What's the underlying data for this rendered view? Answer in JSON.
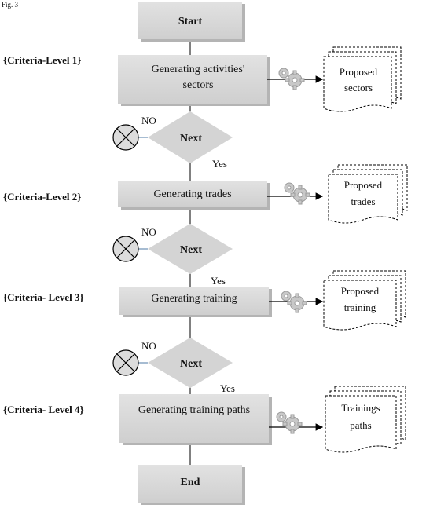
{
  "header_fragment": "Fig. 3",
  "terminals": {
    "start": "Start",
    "end": "End"
  },
  "criteria": [
    "{Criteria-Level 1}",
    "{Criteria-Level 2}",
    "{Criteria- Level 3}",
    "{Criteria- Level 4}"
  ],
  "processes": [
    [
      "Generating activities'",
      "sectors"
    ],
    [
      "Generating trades"
    ],
    [
      "Generating training"
    ],
    [
      "Generating training paths"
    ]
  ],
  "outputs": [
    [
      "Proposed",
      "sectors"
    ],
    [
      "Proposed",
      "trades"
    ],
    [
      "Proposed",
      "training"
    ],
    [
      "Trainings",
      "paths"
    ]
  ],
  "decision_label": "Next",
  "no_label": "NO",
  "yes_label": "Yes",
  "colors": {
    "box_fill": "#d6d6d6",
    "box_shadow": "#b4b4b4",
    "stop_symbol_fill": "#dcdcdc",
    "line": "#000000",
    "no_branch_line": "#6b8fb5"
  },
  "icons": [
    "gear-icon",
    "stop-circle-icon",
    "document-stack-icon"
  ]
}
